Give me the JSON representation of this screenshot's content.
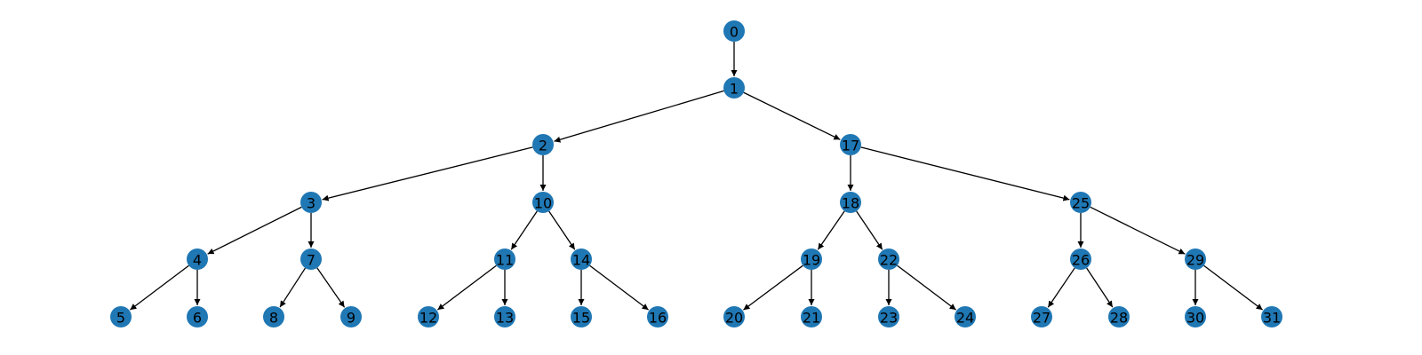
{
  "diagram": {
    "type": "tree",
    "directed": true,
    "colors": {
      "node_fill": "#1f77b4",
      "edge": "#000000",
      "label": "#000000",
      "background": "#ffffff"
    },
    "nodes": [
      "0",
      "1",
      "2",
      "3",
      "4",
      "5",
      "6",
      "7",
      "8",
      "9",
      "10",
      "11",
      "12",
      "13",
      "14",
      "15",
      "16",
      "17",
      "18",
      "19",
      "20",
      "21",
      "22",
      "23",
      "24",
      "25",
      "26",
      "27",
      "28",
      "29",
      "30",
      "31"
    ],
    "edges": [
      [
        "0",
        "1"
      ],
      [
        "1",
        "2"
      ],
      [
        "1",
        "17"
      ],
      [
        "2",
        "3"
      ],
      [
        "2",
        "10"
      ],
      [
        "3",
        "4"
      ],
      [
        "3",
        "7"
      ],
      [
        "4",
        "5"
      ],
      [
        "4",
        "6"
      ],
      [
        "7",
        "8"
      ],
      [
        "7",
        "9"
      ],
      [
        "10",
        "11"
      ],
      [
        "10",
        "14"
      ],
      [
        "11",
        "12"
      ],
      [
        "11",
        "13"
      ],
      [
        "14",
        "15"
      ],
      [
        "14",
        "16"
      ],
      [
        "17",
        "18"
      ],
      [
        "17",
        "25"
      ],
      [
        "18",
        "19"
      ],
      [
        "18",
        "22"
      ],
      [
        "19",
        "20"
      ],
      [
        "19",
        "21"
      ],
      [
        "22",
        "23"
      ],
      [
        "22",
        "24"
      ],
      [
        "25",
        "26"
      ],
      [
        "25",
        "29"
      ],
      [
        "26",
        "27"
      ],
      [
        "26",
        "28"
      ],
      [
        "29",
        "30"
      ],
      [
        "29",
        "31"
      ]
    ]
  }
}
